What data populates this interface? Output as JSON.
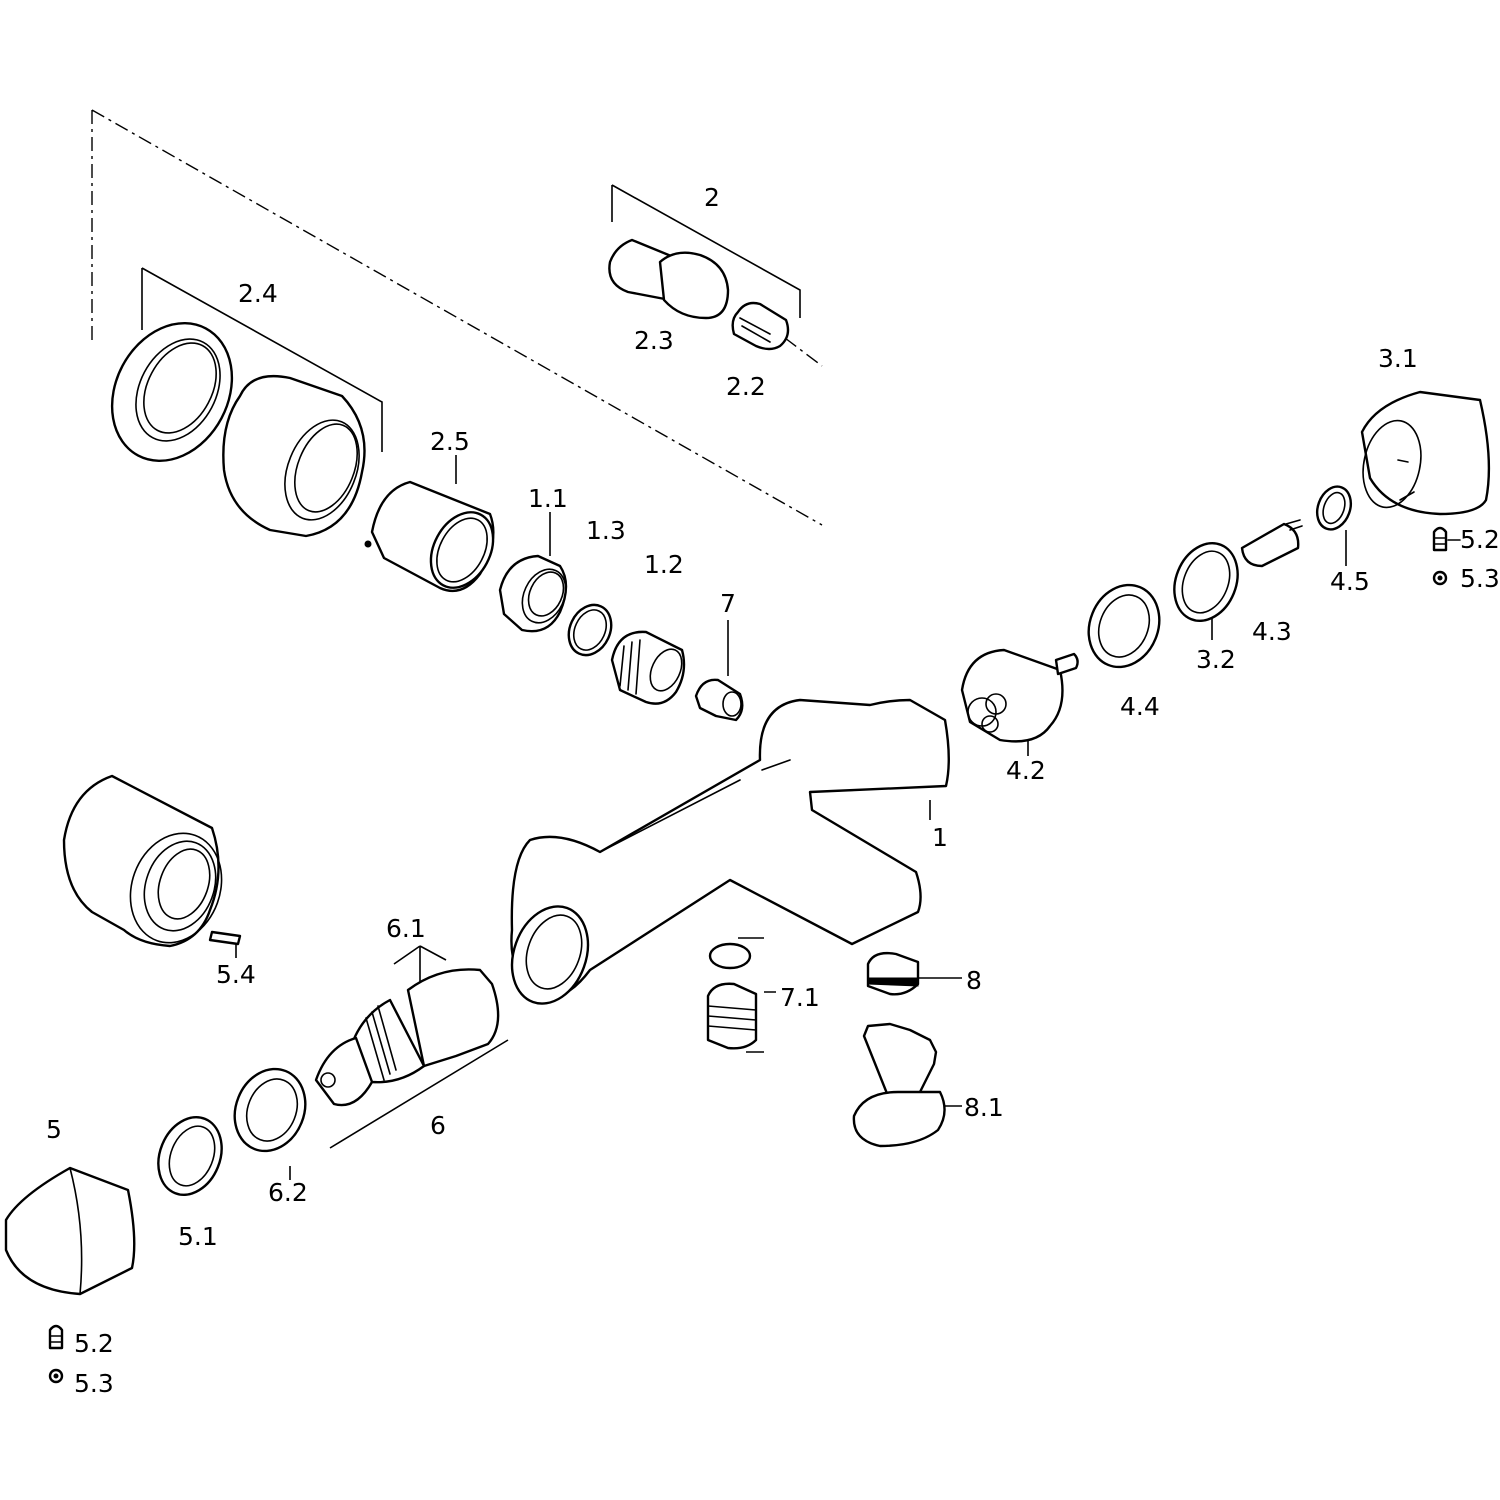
{
  "callouts": {
    "c1": "1",
    "c1_1": "1.1",
    "c1_2": "1.2",
    "c1_3": "1.3",
    "c2": "2",
    "c2_2": "2.2",
    "c2_3": "2.3",
    "c2_4": "2.4",
    "c2_5": "2.5",
    "c3_1": "3.1",
    "c3_2": "3.2",
    "c4_2": "4.2",
    "c4_3": "4.3",
    "c4_4": "4.4",
    "c4_5": "4.5",
    "c5": "5",
    "c5_1": "5.1",
    "c5_2a": "5.2",
    "c5_3a": "5.3",
    "c5_2b": "5.2",
    "c5_3b": "5.3",
    "c5_4": "5.4",
    "c6": "6",
    "c6_1": "6.1",
    "c6_2": "6.2",
    "c7": "7",
    "c7_1": "7.1",
    "c8": "8",
    "c8_1": "8.1"
  }
}
